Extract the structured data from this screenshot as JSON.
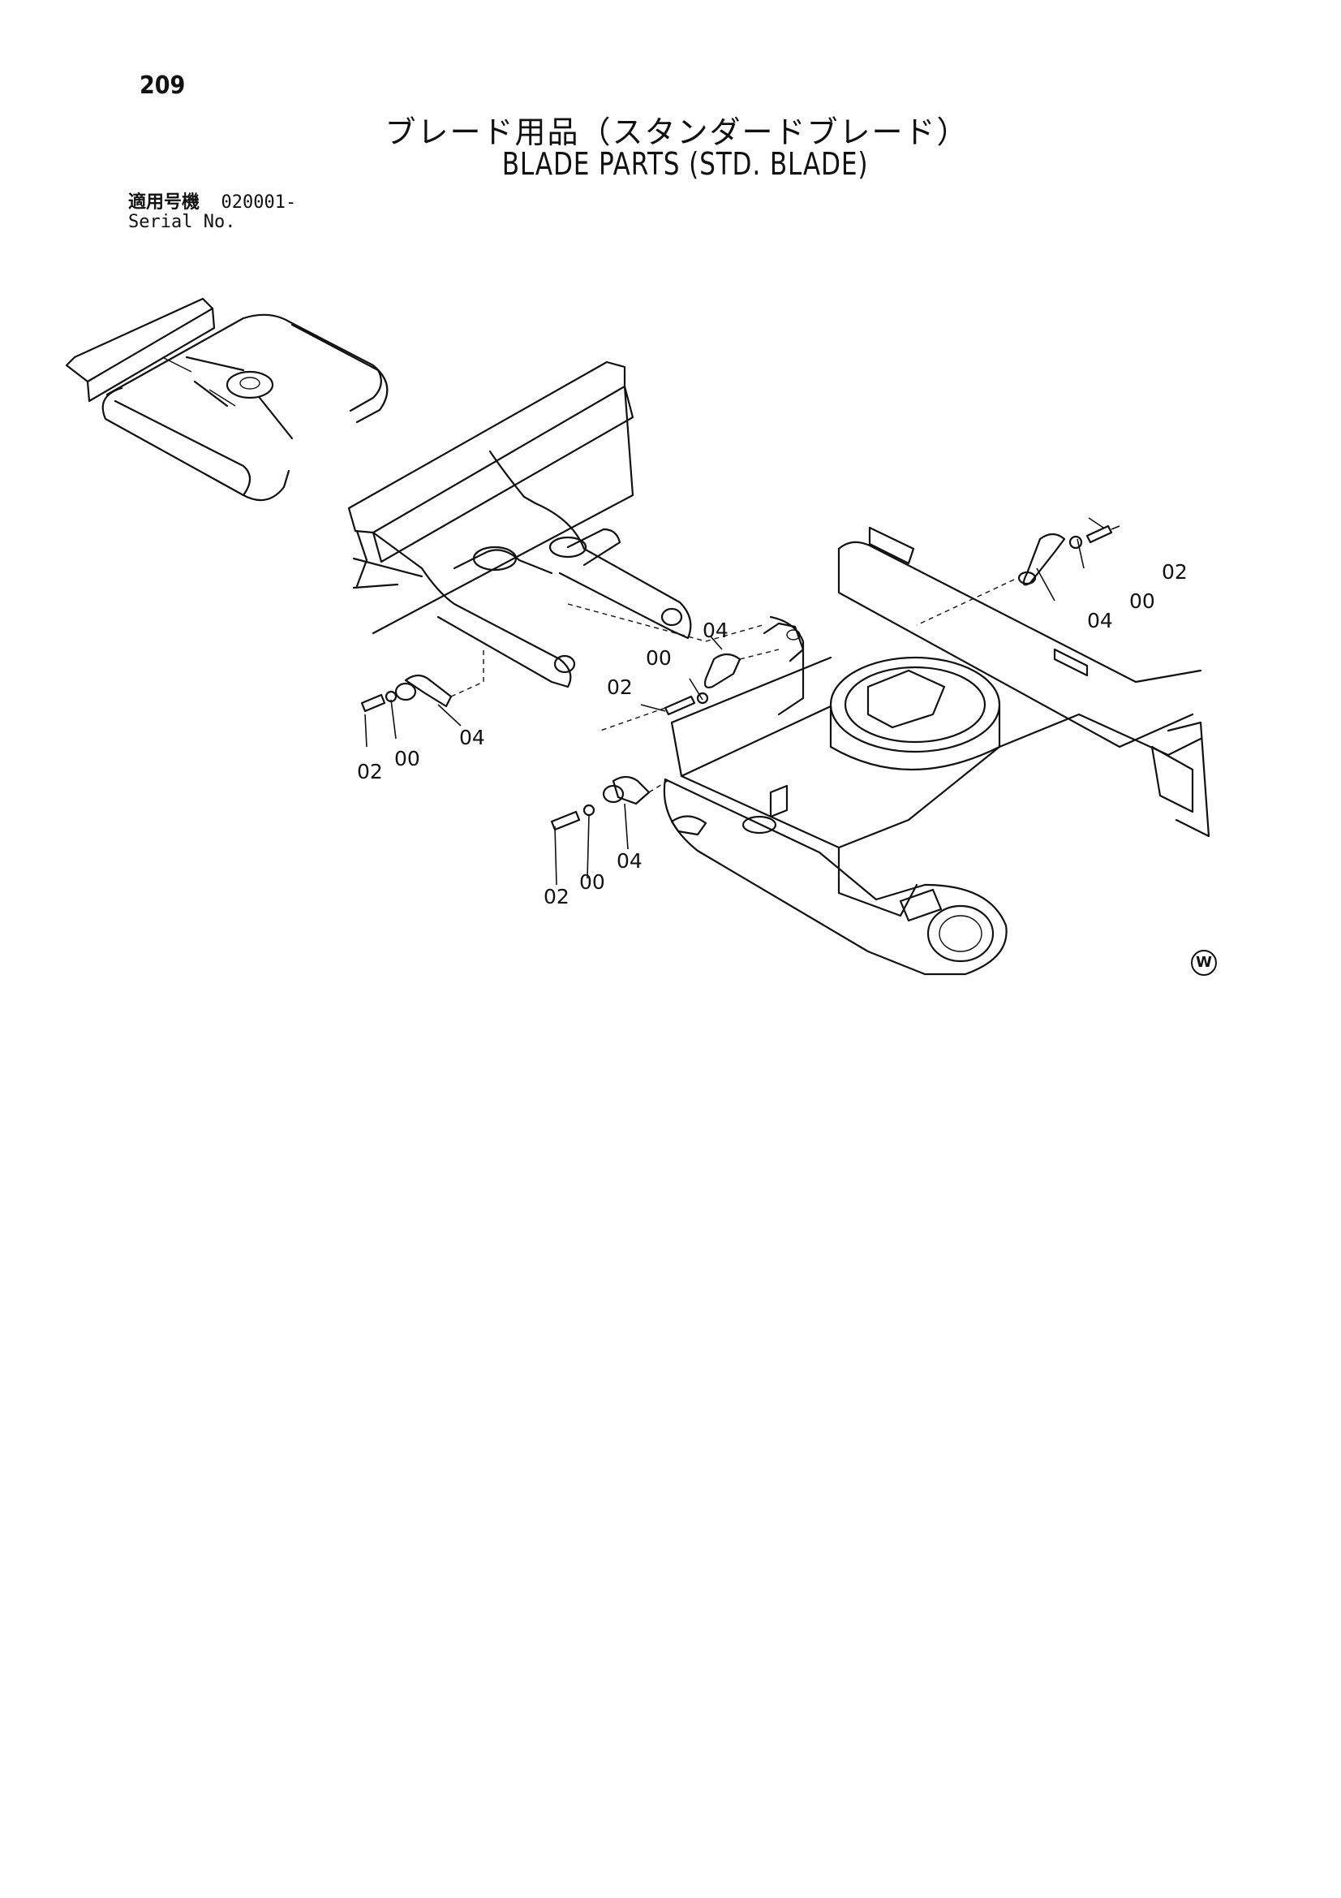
{
  "header": {
    "page_number": "209",
    "title_jp": "ブレード用品（スタンダードブレード）",
    "title_en": "BLADE PARTS (STD. BLADE)",
    "serial_label_jp": "適用号機",
    "serial_value": "020001-",
    "serial_label_en": "Serial No."
  },
  "callouts": {
    "c1": "02",
    "c2": "00",
    "c3": "04",
    "c4": "04",
    "c5": "00",
    "c6": "02",
    "c7": "02",
    "c8": "00",
    "c9": "04",
    "c10": "02",
    "c11": "00",
    "c12": "04"
  },
  "marks": {
    "w_symbol": "W"
  }
}
